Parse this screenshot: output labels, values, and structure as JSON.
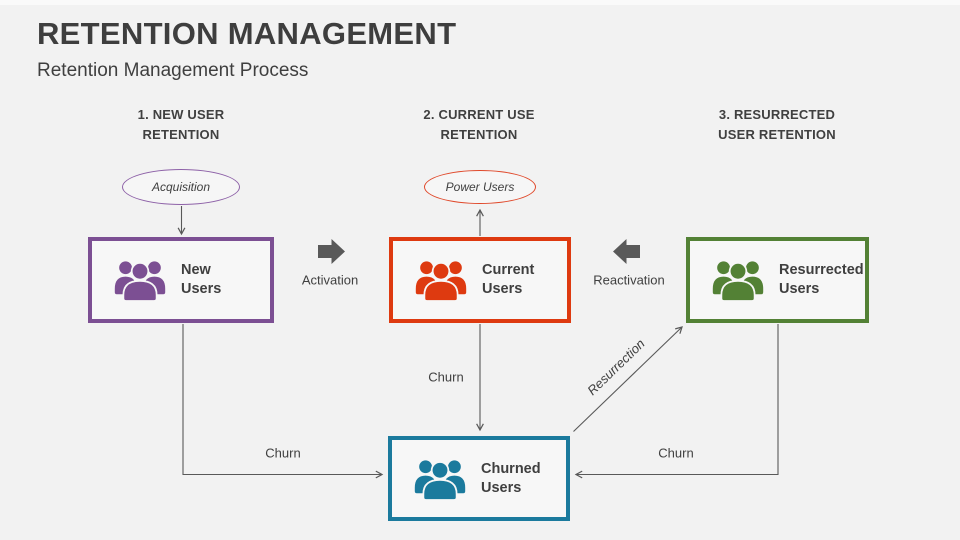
{
  "slide": {
    "title": "RETENTION MANAGEMENT",
    "subtitle": "Retention Management Process"
  },
  "columns": [
    {
      "line1": "1. NEW USER",
      "line2": "RETENTION"
    },
    {
      "line1": "2. CURRENT USE",
      "line2": "RETENTION"
    },
    {
      "line1": "3. RESURRECTED",
      "line2": "USER RETENTION"
    }
  ],
  "ovals": [
    {
      "label": "Acquisition",
      "color": "#8E62A8"
    },
    {
      "label": "Power Users",
      "color": "#E0492B"
    }
  ],
  "boxes": [
    {
      "name": "new-users",
      "line1": "New",
      "line2": "Users",
      "color": "#7C4F93"
    },
    {
      "name": "current-users",
      "line1": "Current",
      "line2": "Users",
      "color": "#DE3A10"
    },
    {
      "name": "resurrected-users",
      "line1": "Resurrected",
      "line2": "Users",
      "color": "#538135"
    },
    {
      "name": "churned-users",
      "line1": "Churned",
      "line2": "Users",
      "color": "#1B7A9D"
    }
  ],
  "flows": {
    "activation": "Activation",
    "reactivation": "Reactivation",
    "churn_from_current": "Churn",
    "churn_from_new": "Churn",
    "churn_from_resurrected": "Churn",
    "resurrection": "Resurrection"
  },
  "colors": {
    "background": "#F2F2F2",
    "box_fill": "#F7F7F7",
    "flow_arrow": "#595959",
    "connector": "#595959",
    "text": "#3F3F3F"
  }
}
